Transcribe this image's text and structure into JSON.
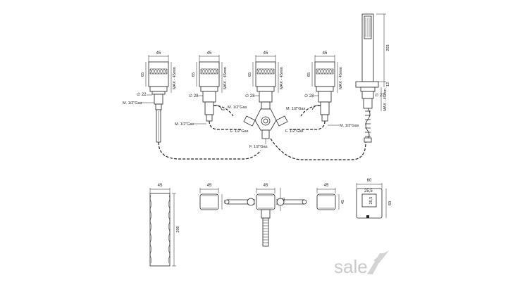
{
  "dims": {
    "w45": "45",
    "h65": "65",
    "max45": "MAX - 45mm",
    "d22": "∅ 22",
    "d28": "∅ 28",
    "d27": "∅ 27",
    "h203": "203",
    "h12": "12",
    "h200": "200",
    "w60": "60",
    "s25": "25,5"
  },
  "labels": {
    "m12gas": "M. 1/2\"Gas",
    "f12gas": "F. 1/2\"Gas"
  },
  "watermark": "sale"
}
